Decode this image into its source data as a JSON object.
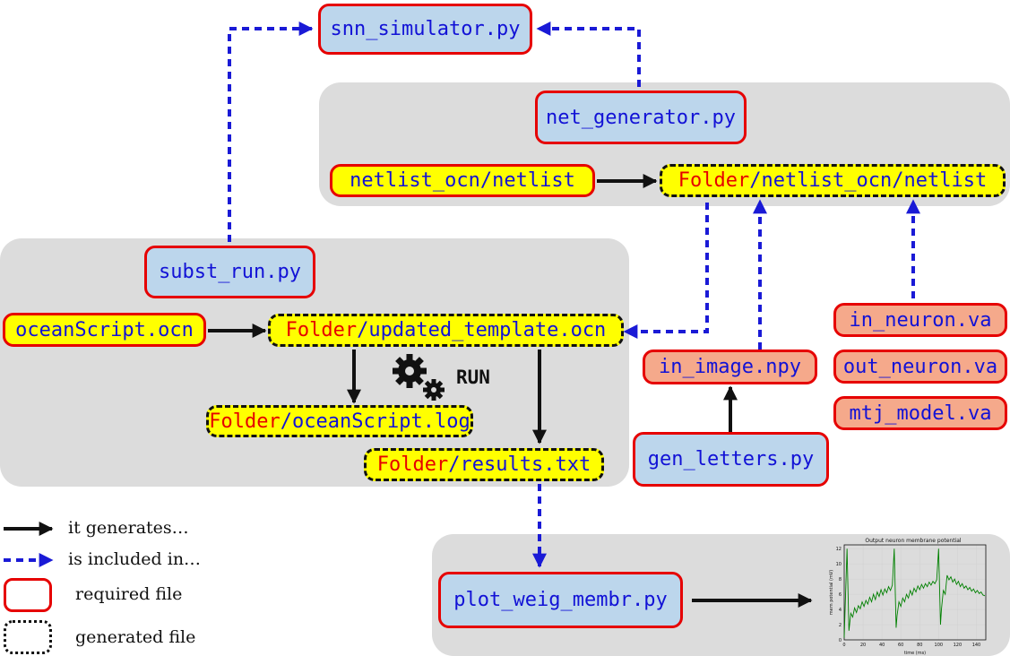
{
  "colors": {
    "required_border": "#e60000",
    "generated_border": "#111111",
    "blue_fill": "#bcd6ec",
    "yellow_fill": "#ffff00",
    "salmon_fill": "#f5a98b",
    "generates_arrow": "#111111",
    "included_arrow": "#1a1ad6",
    "panel": "#dcdcdc",
    "chart_line": "#008000"
  },
  "nodes": {
    "snn_simulator": "snn_simulator.py",
    "net_generator": "net_generator.py",
    "netlist_src": "netlist_ocn/netlist",
    "folder_prefix": "Folder",
    "netlist_gen_suffix": "/netlist_ocn/netlist",
    "subst_run": "subst_run.py",
    "ocean_script": "oceanScript.ocn",
    "template_suffix": "/updated_template.ocn",
    "log_suffix": "/oceanScript.log",
    "results_suffix": "/results.txt",
    "in_image": "in_image.npy",
    "gen_letters": "gen_letters.py",
    "in_neuron": "in_neuron.va",
    "out_neuron": "out_neuron.va",
    "mtj_model": "mtj_model.va",
    "plot": "plot_weig_membr.py"
  },
  "run_label": "RUN",
  "legend": {
    "generates": "it generates…",
    "included": "is included in…",
    "required": "required file",
    "generated": "generated file"
  },
  "chart_data": {
    "type": "line",
    "title": "Output neuron membrane potential",
    "xlabel": "time (ms)",
    "ylabel": "mem potential (mV)",
    "xlim": [
      0,
      150
    ],
    "ylim": [
      0,
      12.5
    ],
    "xticks": [
      "0",
      "20",
      "40",
      "60",
      "80",
      "100",
      "120",
      "140"
    ],
    "yticks": [
      "0",
      "2",
      "4",
      "6",
      "8",
      "10",
      "12"
    ],
    "grid": true,
    "series": [
      {
        "x": [
          0,
          3,
          5,
          7,
          9,
          11,
          13,
          15,
          17,
          19,
          21,
          23,
          25,
          27,
          29,
          31,
          33,
          35,
          37,
          39,
          41,
          43,
          45,
          47,
          49,
          51,
          53,
          55,
          56,
          58,
          60,
          62,
          64,
          66,
          68,
          70,
          72,
          74,
          76,
          78,
          80,
          82,
          84,
          86,
          88,
          90,
          92,
          94,
          96,
          98,
          100,
          102,
          103,
          105,
          107,
          109,
          111,
          113,
          115,
          117,
          119,
          121,
          123,
          125,
          127,
          129,
          131,
          133,
          135,
          137,
          139,
          141,
          143,
          145,
          147,
          149
        ],
        "y": [
          0.3,
          12,
          1.2,
          3.5,
          3.0,
          4.2,
          3.6,
          4.5,
          4.1,
          5.0,
          4.4,
          5.2,
          4.7,
          5.6,
          5.0,
          6.0,
          5.3,
          6.3,
          5.7,
          6.6,
          5.9,
          6.7,
          6.2,
          7.0,
          6.5,
          7.2,
          12,
          1.6,
          3.2,
          5.0,
          4.4,
          5.5,
          5.0,
          6.0,
          5.5,
          6.5,
          5.9,
          6.8,
          6.3,
          7.1,
          6.6,
          7.3,
          6.8,
          7.4,
          7.0,
          7.6,
          7.2,
          7.7,
          7.4,
          7.9,
          12,
          2.0,
          4.0,
          6.5,
          6.0,
          8.5,
          7.9,
          8.3,
          7.6,
          8.0,
          7.3,
          7.7,
          7.0,
          7.4,
          6.8,
          7.1,
          6.6,
          6.9,
          6.4,
          6.7,
          6.2,
          6.5,
          6.1,
          6.3,
          5.9,
          5.8
        ]
      }
    ]
  }
}
